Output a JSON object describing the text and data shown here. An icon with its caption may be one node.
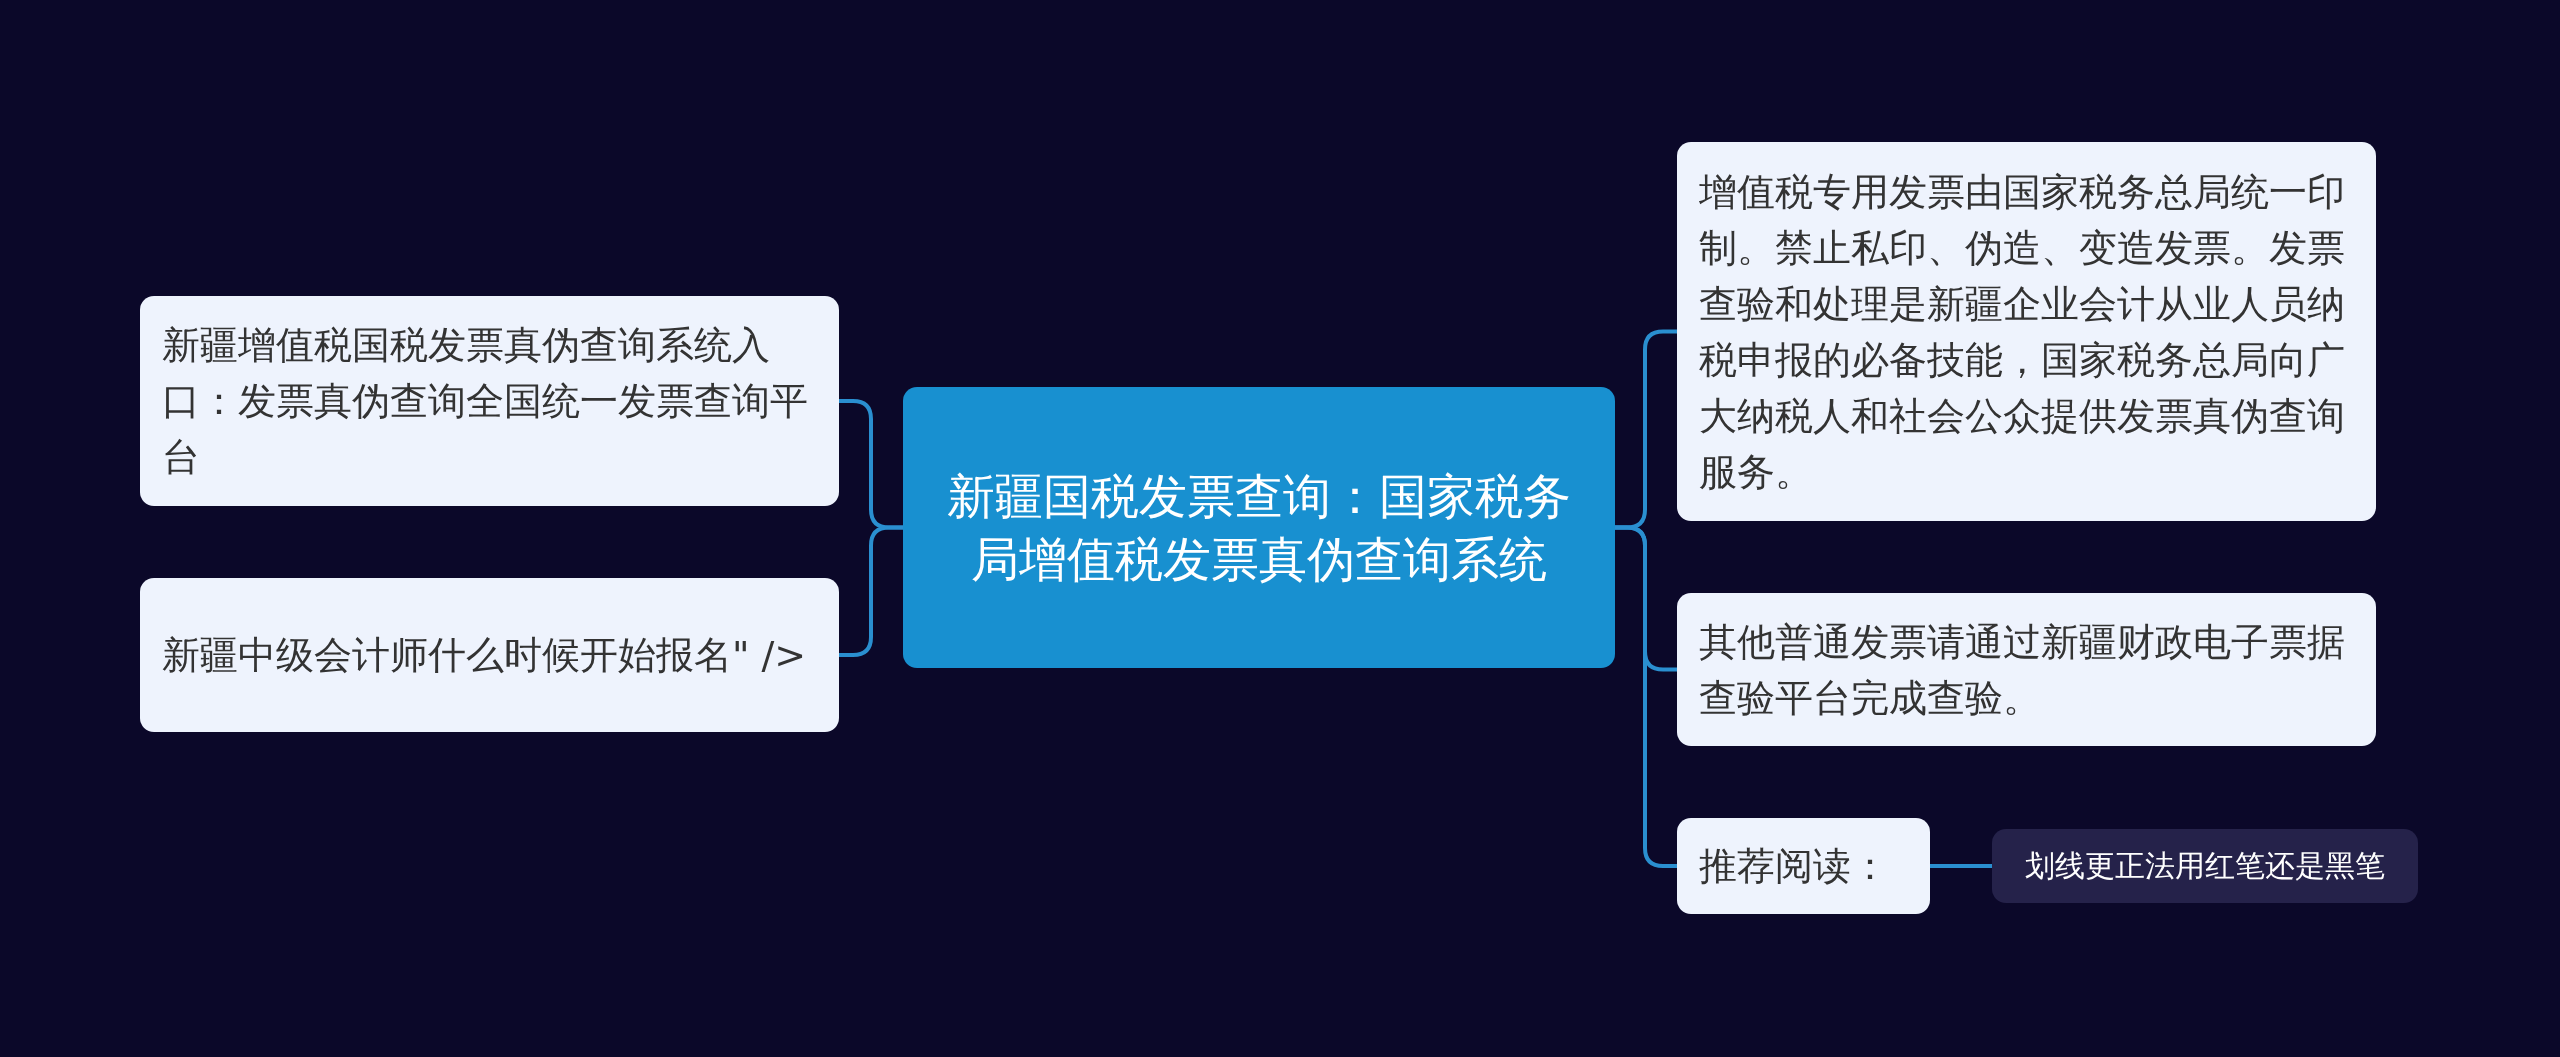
{
  "diagram": {
    "nodes": [
      {
        "text": [
          "新疆国税发票查询：国家税务局增值税发票真伪查询系统"
        ]
      },
      {
        "text": [
          "新疆增值税国税发票真伪查询系统入口：发票真伪查询全国统一发票查询平台"
        ]
      },
      {
        "text": [
          "新疆中级会计师什么时候开始报名\" />"
        ]
      },
      {
        "text": [
          "增值税专用发票由国家税务总局统一印制。禁止私印、伪造、变造发票。发票查验和处理是新疆企业会计从业人员纳税申报的必备技能，国家税务总局向广大纳税人和社会公众提供发票真伪查询服务。"
        ]
      },
      {
        "text": [
          "其他普通发票请通过新疆财政电子票据查验平台完成查验。"
        ]
      },
      {
        "text": [
          "推荐阅读："
        ]
      },
      {
        "text": [
          "划线更正法用红笔还是黑笔"
        ]
      }
    ],
    "edges": [
      {
        "from": 0,
        "to": 1,
        "arrow": "none"
      },
      {
        "from": 0,
        "to": 2,
        "arrow": "none"
      },
      {
        "from": 0,
        "to": 3,
        "arrow": "none"
      },
      {
        "from": 0,
        "to": 4,
        "arrow": "none"
      },
      {
        "from": 0,
        "to": 5,
        "arrow": "none"
      },
      {
        "from": 5,
        "to": 6,
        "arrow": "none"
      }
    ]
  }
}
